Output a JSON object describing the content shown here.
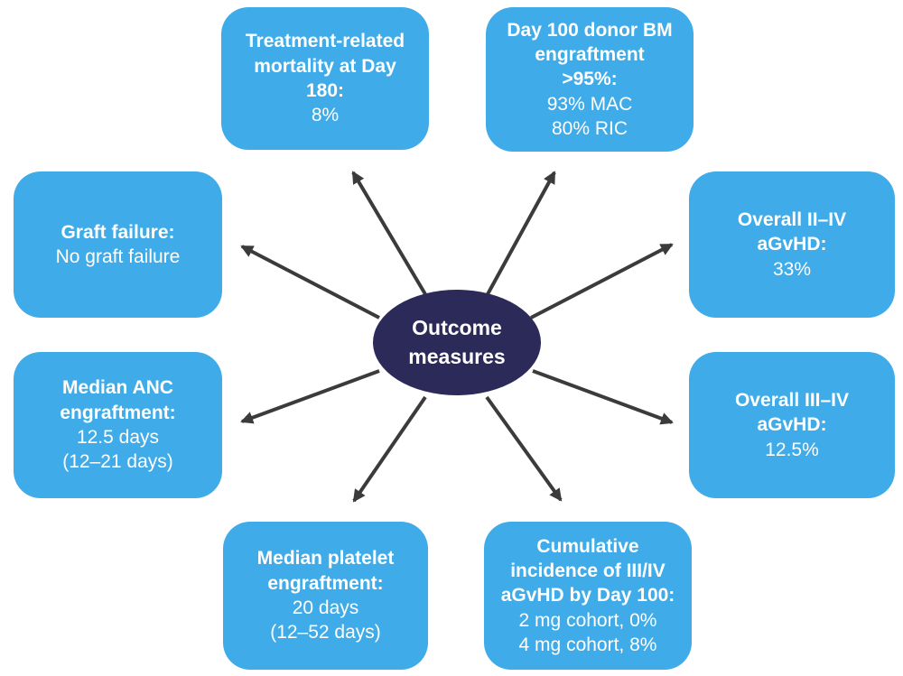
{
  "diagram": {
    "title": "Outcome measures spider diagram",
    "colors": {
      "box_fill": "#3FABE8",
      "center_fill": "#2B2A58",
      "arrow": "#3B3B3B",
      "text": "#FFFFFF"
    },
    "center": {
      "label": "Outcome\nmeasures"
    },
    "boxes": [
      {
        "id": "treatment-related-mortality",
        "heading": "Treatment-related\nmortality at Day\n180:",
        "lines": [
          "8%"
        ]
      },
      {
        "id": "day100-donor-bm-engraftment",
        "heading": "Day 100 donor BM\nengraftment\n>95%:",
        "lines": [
          "93% MAC",
          "80% RIC"
        ]
      },
      {
        "id": "overall-ii-iv-agvhd",
        "heading": "Overall II–IV\naGvHD:",
        "lines": [
          "33%"
        ]
      },
      {
        "id": "overall-iii-iv-agvhd",
        "heading": "Overall III–IV\naGvHD:",
        "lines": [
          "12.5%"
        ]
      },
      {
        "id": "cumulative-incidence-iii-iv",
        "heading": "Cumulative\nincidence of III/IV\naGvHD by Day 100:",
        "lines": [
          "2 mg cohort, 0%",
          "4 mg cohort, 8%"
        ]
      },
      {
        "id": "median-platelet-engraftment",
        "heading": "Median platelet\nengraftment:",
        "lines": [
          "20 days",
          "(12–52 days)"
        ]
      },
      {
        "id": "median-anc-engraftment",
        "heading": "Median ANC\nengraftment:",
        "lines": [
          "12.5 days",
          "(12–21 days)"
        ]
      },
      {
        "id": "graft-failure",
        "heading": "Graft failure:",
        "lines": [
          "No graft failure"
        ]
      }
    ]
  }
}
